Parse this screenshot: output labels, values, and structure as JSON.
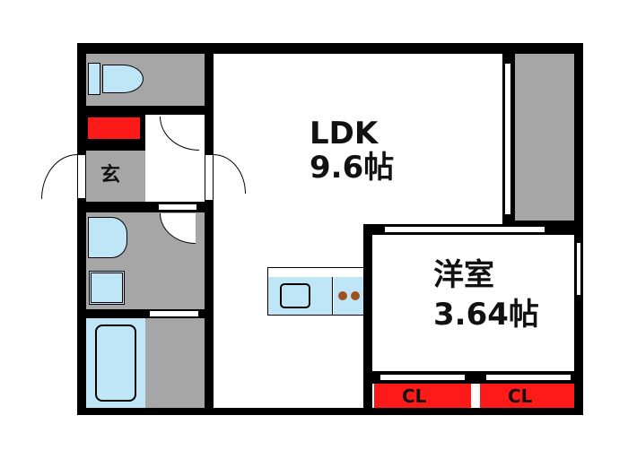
{
  "rooms": {
    "ldk": {
      "name": "LDK",
      "size": "9.6帖"
    },
    "western_room": {
      "name": "洋室",
      "size": "3.64帖"
    },
    "entrance": {
      "name": "玄"
    },
    "closet_1": {
      "name": "CL"
    },
    "closet_2": {
      "name": "CL"
    }
  },
  "colors": {
    "wall": "#000000",
    "wet_area": "#a6a6a6",
    "fixture": "#bfe6f7",
    "storage": "#ff1a1a"
  }
}
